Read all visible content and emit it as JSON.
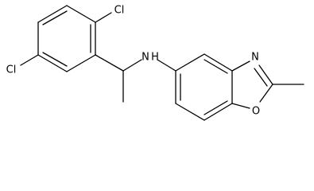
{
  "diagram": {
    "atoms": {
      "cl_top": "Cl",
      "cl_bottom": "Cl",
      "amine": "N",
      "amine_h": "H",
      "oxazole_n": "N",
      "oxazole_o": "O"
    }
  }
}
